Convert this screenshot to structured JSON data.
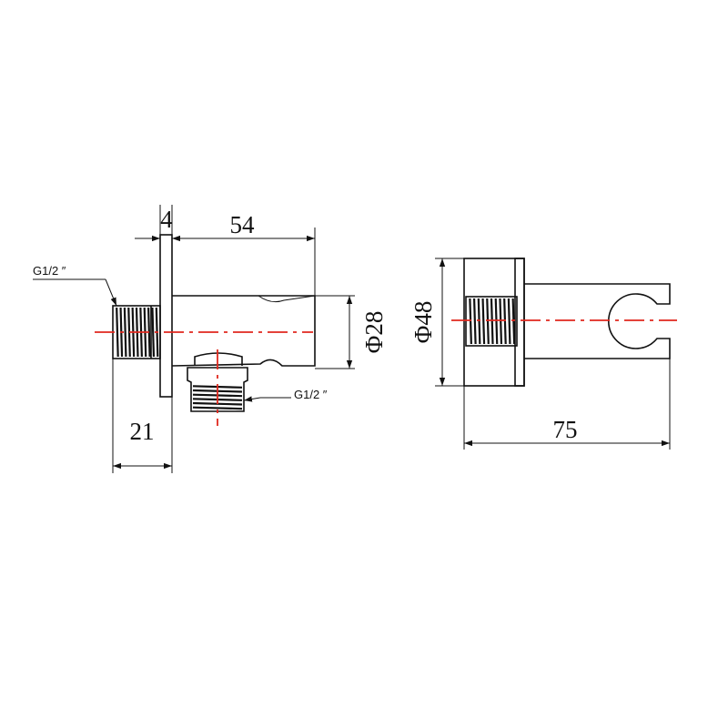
{
  "dimensions": {
    "plate_thickness": "4",
    "body_length": "54",
    "body_diameter": "Φ28",
    "thread_projection": "21",
    "plate_diameter": "Φ48",
    "overall_length": "75"
  },
  "labels": {
    "inlet_thread": "G1/2 ″",
    "outlet_thread": "G1/2 ″"
  },
  "colors": {
    "outline": "#111111",
    "centerline": "#e0281e"
  }
}
